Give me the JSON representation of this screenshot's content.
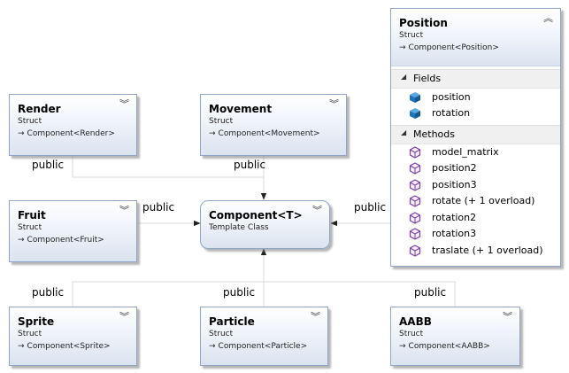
{
  "nodes": {
    "render": {
      "title": "Render",
      "stereotype": "Struct",
      "base": "Component<Render>"
    },
    "movement": {
      "title": "Movement",
      "stereotype": "Struct",
      "base": "Component<Movement>"
    },
    "fruit": {
      "title": "Fruit",
      "stereotype": "Struct",
      "base": "Component<Fruit>"
    },
    "component": {
      "title": "Component<T>",
      "stereotype": "Template Class"
    },
    "sprite": {
      "title": "Sprite",
      "stereotype": "Struct",
      "base": "Component<Sprite>"
    },
    "particle": {
      "title": "Particle",
      "stereotype": "Struct",
      "base": "Component<Particle>"
    },
    "aabb": {
      "title": "AABB",
      "stereotype": "Struct",
      "base": "Component<AABB>"
    },
    "position": {
      "title": "Position",
      "stereotype": "Struct",
      "base": "Component<Position>",
      "fields_label": "Fields",
      "fields": [
        "position",
        "rotation"
      ],
      "methods_label": "Methods",
      "methods": [
        "model_matrix",
        "position2",
        "position3",
        "rotate (+ 1 overload)",
        "rotation2",
        "rotation3",
        "traslate (+ 1 overload)"
      ]
    }
  },
  "edge_labels": {
    "render": "public",
    "movement": "public",
    "fruit": "public",
    "position": "public",
    "sprite": "public",
    "particle": "public",
    "aabb": "public"
  },
  "icons": {
    "base_arrow": "inherits-arrow-icon",
    "expand": "chevron-double-down-icon",
    "collapse": "chevron-double-up-icon",
    "section_toggle": "triangle-left-icon",
    "field": "field-icon",
    "method": "method-icon"
  },
  "colors": {
    "border": "#8fa6c9",
    "edge": "#d9d9d9",
    "field_icon": "#1c75bc",
    "method_icon": "#7b3fa0"
  }
}
